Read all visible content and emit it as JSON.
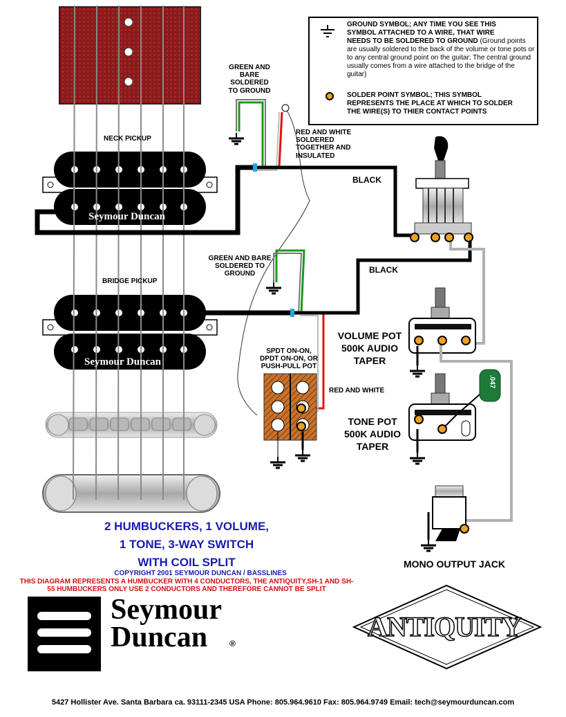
{
  "legend": {
    "ground_text": "GROUND SYMBOL; ANY TIME YOU SEE THIS\nSYMBOL ATTACHED TO A WIRE, THAT WIRE\nNEEDS TO BE SOLDERED TO GROUND",
    "ground_note": "(Ground points are usually soldered to the back of the volume or tone pots or to any central ground point on the guitar; The central ground usually comes from a wire attached to the bridge of the guitar)",
    "solder_text": "SOLDER POINT SYMBOL; THIS SYMBOL\nREPRESENTS THE PLACE AT WHICH TO SOLDER\nTHE WIRE(S) TO THIER CONTACT POINTS"
  },
  "labels": {
    "neck_pickup": "NECK PICKUP",
    "bridge_pickup": "BRIDGE PICKUP",
    "pickup_brand": "Seymour Duncan",
    "neck_ground": "GREEN AND\nBARE\nSOLDERED\nTO GROUND",
    "red_white_insulated": "RED AND WHITE\nSOLDERED\nTOGETHER AND\nINSULATED",
    "black_1": "BLACK",
    "black_2": "BLACK",
    "bridge_ground": "GREEN AND BARE\nSOLDERED TO\nGROUND",
    "switch_label": "SPDT ON-ON,\nDPDT ON-ON, OR\nPUSH-PULL POT",
    "red_white_switch": "RED AND WHITE",
    "volume_pot": "VOLUME POT\n500K AUDIO\nTAPER",
    "tone_pot": "TONE POT\n500K AUDIO\nTAPER",
    "cap_value": ".047",
    "output_jack": "MONO OUTPUT JACK"
  },
  "title": {
    "line1": "2 HUMBUCKERS, 1 VOLUME,",
    "line2": "1 TONE, 3-WAY SWITCH",
    "line3": "WITH COIL SPLIT",
    "copyright": "COPYRIGHT 2001 SEYMOUR DUNCAN / BASSLINES",
    "note": "THIS DIAGRAM REPRESENTS A HUMBUCKER WITH 4 CONDUCTORS, THE ANTIQUITY,SH-1 AND SH-\n55 HUMBUCKERS ONLY USE 2 CONDUCTORS AND THEREFORE CANNOT BE SPLIT"
  },
  "logos": {
    "seymour": "Seymour",
    "duncan": "Duncan",
    "registered": "®",
    "antiquity": "ANTIQUITY"
  },
  "footer": "5427 Hollister Ave. Santa Barbara ca. 93111-2345 USA  Phone: 805.964.9610  Fax: 805.964.9749   Email: tech@seymourduncan.com",
  "colors": {
    "title_blue": "#1a1ab0",
    "note_red": "#d01010",
    "solder_orange": "#f0a020",
    "wire_green": "#1a9a1a",
    "wire_red": "#e01010",
    "wire_gray": "#b0b0b0",
    "pickguard_red": "#8b1a1a",
    "capacitor_green": "#1f7a3a"
  },
  "icons": {
    "ground": "ground-icon",
    "solder": "solder-point-icon"
  }
}
